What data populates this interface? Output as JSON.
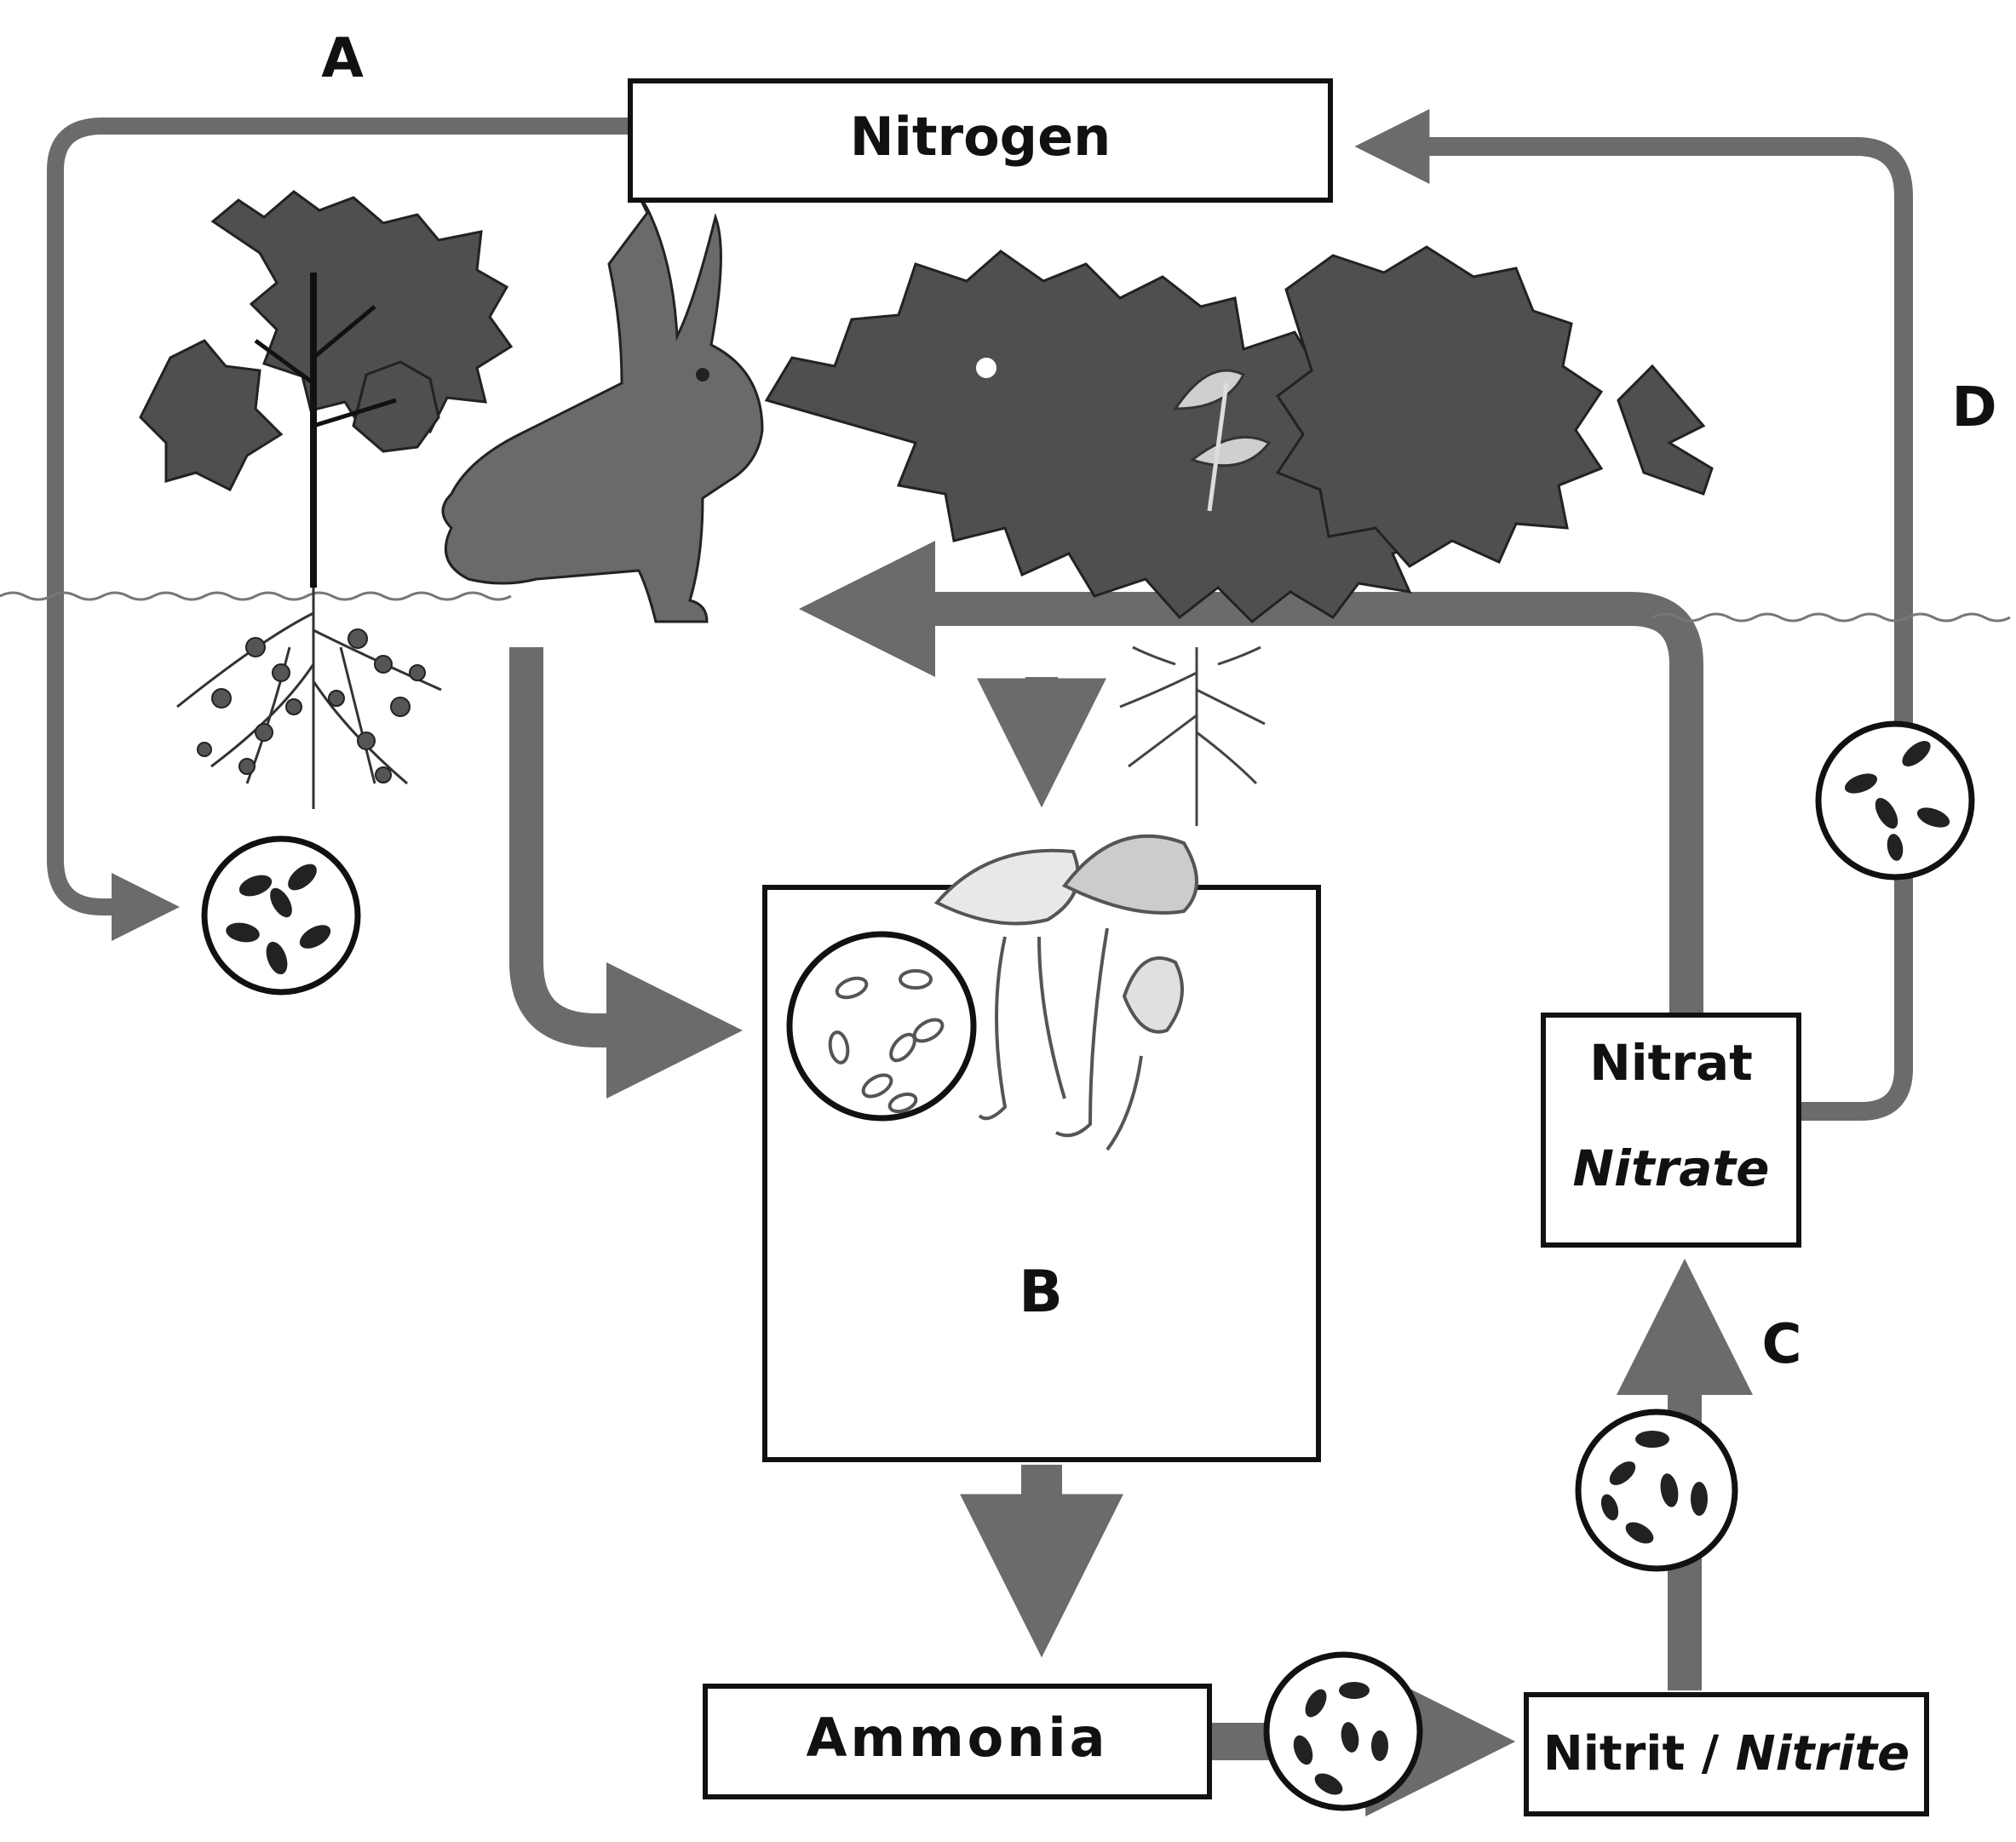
{
  "diagram": {
    "nodes": {
      "nitrogen": "Nitrogen",
      "ammonia": "Ammonia",
      "nitrite": {
        "main": "Nitrit / ",
        "italic": "Nitrite"
      },
      "nitrate": {
        "line1": "Nitrat",
        "line2": "Nitrate"
      },
      "box_b": "B"
    },
    "labels": {
      "a": "A",
      "c": "C",
      "d": "D"
    },
    "colors": {
      "arrow": "#6b6b6b",
      "foliage": "#4f4f4f",
      "outline": "#111111",
      "background": "#ffffff"
    },
    "icons": [
      "plant",
      "rabbit",
      "bushes",
      "fungi",
      "bacteria"
    ]
  }
}
